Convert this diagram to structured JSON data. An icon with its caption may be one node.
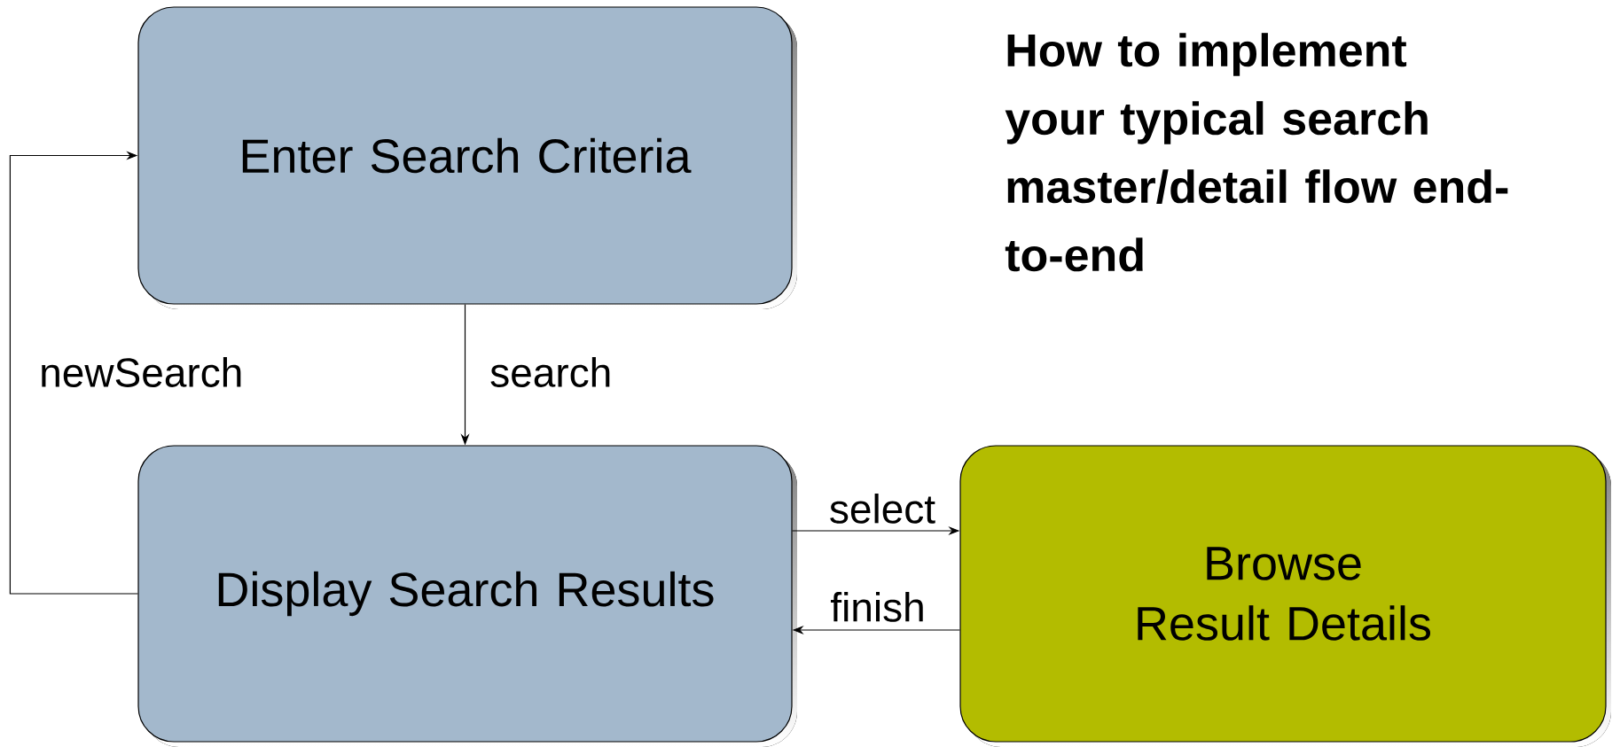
{
  "diagram": {
    "title": "How to implement your typical search master/detail flow end-to-end",
    "nodes": [
      {
        "text": [
          "Enter Search Criteria"
        ]
      },
      {
        "text": [
          "Display Search Results"
        ]
      },
      {
        "text": [
          "Browse Result Details"
        ]
      }
    ],
    "edges": [
      {
        "from": 0,
        "to": 1,
        "arrow": "to",
        "label": "search"
      },
      {
        "from": 1,
        "to": 0,
        "arrow": "to",
        "label": "newSearch"
      },
      {
        "from": 1,
        "to": 2,
        "arrow": "to",
        "label": "select"
      },
      {
        "from": 2,
        "to": 1,
        "arrow": "to",
        "label": "finish"
      }
    ]
  }
}
